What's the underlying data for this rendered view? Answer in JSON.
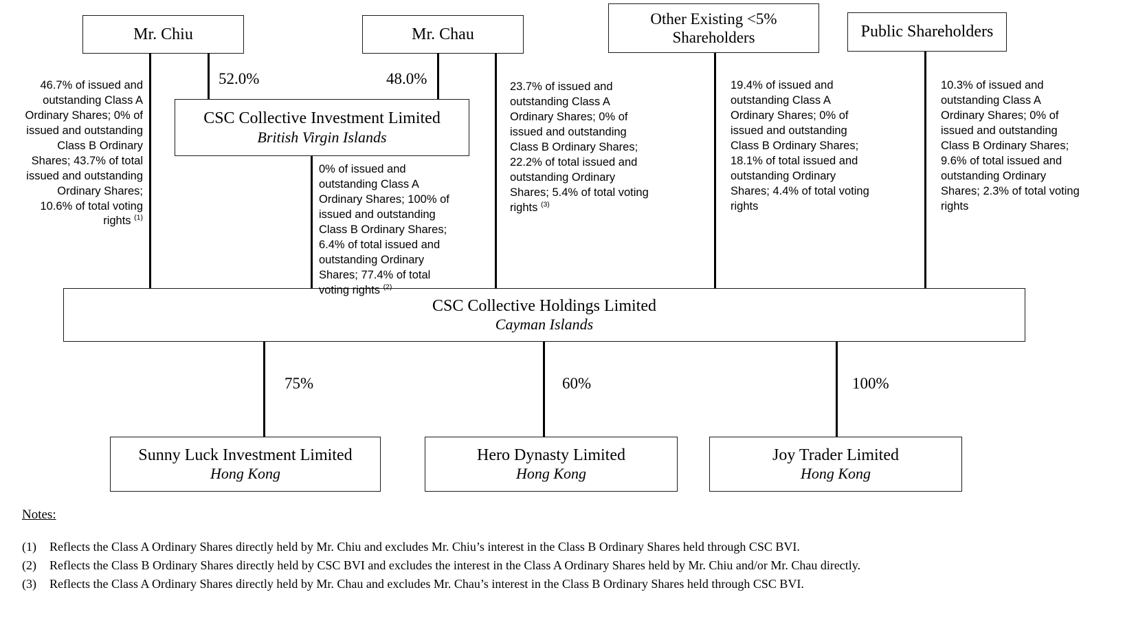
{
  "boxes": {
    "chiu": {
      "name": "Mr. Chiu",
      "jurisdiction": ""
    },
    "chau": {
      "name": "Mr. Chau",
      "jurisdiction": ""
    },
    "other": {
      "name": "Other Existing <5%",
      "name2": "Shareholders",
      "jurisdiction": ""
    },
    "public": {
      "name": "Public Shareholders",
      "jurisdiction": ""
    },
    "bvi": {
      "name": "CSC Collective Investment Limited",
      "jurisdiction": "British Virgin Islands"
    },
    "holdings": {
      "name": "CSC Collective Holdings Limited",
      "jurisdiction": "Cayman Islands"
    },
    "sunny": {
      "name": "Sunny Luck Investment Limited",
      "jurisdiction": "Hong Kong"
    },
    "hero": {
      "name": "Hero Dynasty Limited",
      "jurisdiction": "Hong Kong"
    },
    "joy": {
      "name": "Joy Trader Limited",
      "jurisdiction": "Hong Kong"
    }
  },
  "percentages": {
    "chiu_to_bvi": "52.0%",
    "chau_to_bvi": "48.0%",
    "holdings_to_sunny": "75%",
    "holdings_to_hero": "60%",
    "holdings_to_joy": "100%"
  },
  "descriptions": {
    "chiu": "46.7% of issued and outstanding Class A Ordinary Shares; 0% of issued and outstanding Class B Ordinary Shares; 43.7% of total issued and outstanding Ordinary Shares; 10.6% of total voting rights",
    "chiu_ref": "(1)",
    "bvi": "0% of issued and outstanding Class A Ordinary Shares; 100% of issued and outstanding Class B Ordinary Shares; 6.4% of total issued and outstanding Ordinary Shares; 77.4% of total voting rights",
    "bvi_ref": "(2)",
    "chau": "23.7% of issued and outstanding Class A Ordinary Shares; 0% of issued and outstanding Class B Ordinary Shares; 22.2% of total issued and outstanding Ordinary Shares; 5.4% of total voting rights",
    "chau_ref": "(3)",
    "other": "19.4% of issued and outstanding Class A Ordinary Shares; 0% of issued and outstanding Class B Ordinary Shares; 18.1% of total issued and outstanding Ordinary Shares; 4.4% of total voting rights",
    "other_ref": "",
    "public": "10.3% of issued and outstanding Class A Ordinary Shares; 0% of issued and outstanding Class B Ordinary Shares; 9.6% of total issued and outstanding Ordinary Shares; 2.3% of total voting rights",
    "public_ref": ""
  },
  "notes": {
    "title": "Notes:",
    "items": [
      {
        "num": "(1)",
        "text": "Reflects the Class A Ordinary Shares directly held by Mr. Chiu and excludes Mr. Chiu’s interest in the Class B Ordinary Shares held through CSC BVI."
      },
      {
        "num": "(2)",
        "text": "Reflects the Class B Ordinary Shares directly held by CSC BVI and excludes the interest in the Class A Ordinary Shares held by Mr. Chiu and/or Mr. Chau directly."
      },
      {
        "num": "(3)",
        "text": "Reflects the Class A Ordinary Shares directly held by Mr. Chau and excludes Mr. Chau’s interest in the Class B Ordinary Shares held through CSC BVI."
      }
    ]
  },
  "colors": {
    "line": "#000000",
    "border": "#1a1a1a",
    "background": "#ffffff",
    "text": "#000000"
  }
}
